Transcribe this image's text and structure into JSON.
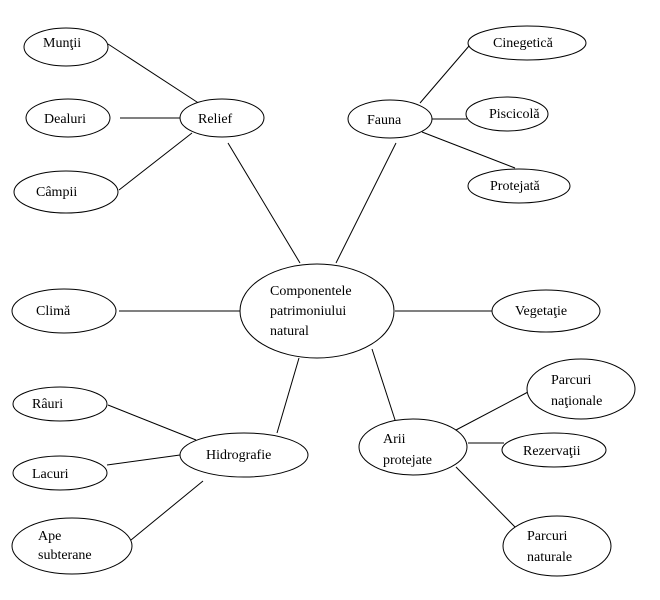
{
  "nodes": {
    "center": [
      "Componentele",
      "patrimoniului",
      "natural"
    ],
    "relief": [
      "Relief"
    ],
    "fauna": [
      "Fauna"
    ],
    "clima": [
      "Climă"
    ],
    "vegetatie": [
      "Vegetaţie"
    ],
    "hidrografie": [
      "Hidrografie"
    ],
    "arii": [
      "Arii",
      "protejate"
    ],
    "muntii": [
      "Munţii"
    ],
    "dealuri": [
      "Dealuri"
    ],
    "campii": [
      "Câmpii"
    ],
    "cinegetica": [
      "Cinegetică"
    ],
    "piscicola": [
      "Piscicolă"
    ],
    "protejata": [
      "Protejată"
    ],
    "rauri": [
      "Râuri"
    ],
    "lacuri": [
      "Lacuri"
    ],
    "ape": [
      "Ape",
      "subterane"
    ],
    "parcuri_nat": [
      "Parcuri",
      "naţionale"
    ],
    "rezervatii": [
      "Rezervaţii"
    ],
    "parcuri_natur": [
      "Parcuri",
      "naturale"
    ]
  }
}
